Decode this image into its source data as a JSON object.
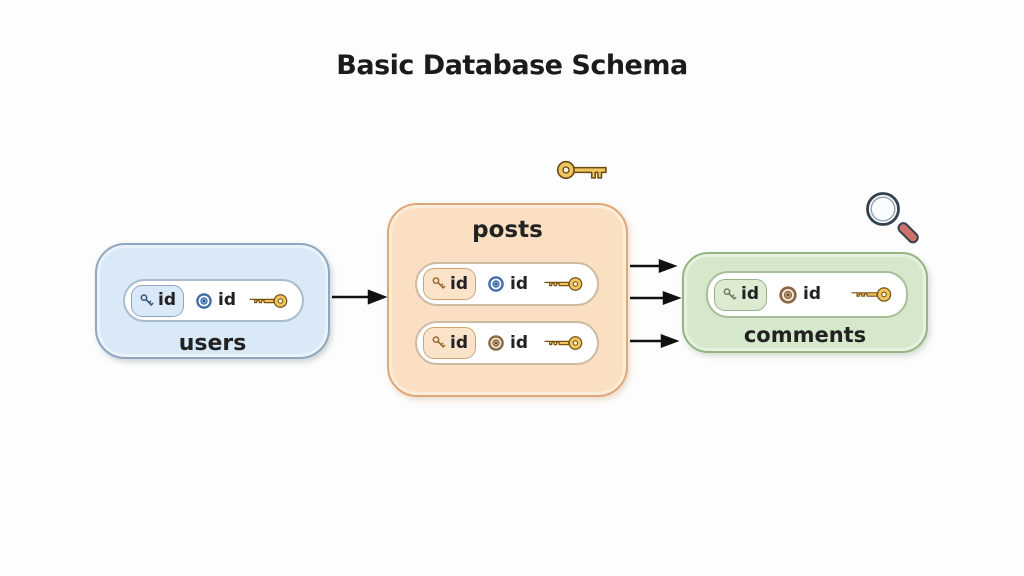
{
  "title": "Basic Database Schema",
  "entities": [
    {
      "label": "users",
      "fill": "#d9e9f7",
      "border": "#8fa8bf",
      "rows": [
        {
          "pk_label": "id",
          "ref_label": "id",
          "ref_icon": "blue-target-icon",
          "key_icon": "gold-key-icon"
        }
      ]
    },
    {
      "label": "posts",
      "fill": "#fbdfc2",
      "border": "#e0a878",
      "rows": [
        {
          "pk_label": "id",
          "ref_label": "id",
          "ref_icon": "blue-target-icon",
          "key_icon": "gold-key-icon"
        },
        {
          "pk_label": "id",
          "ref_label": "id",
          "ref_icon": "brown-target-icon",
          "key_icon": "gold-key-icon"
        }
      ]
    },
    {
      "label": "comments",
      "fill": "#d5e8cb",
      "border": "#95b585",
      "rows": [
        {
          "pk_label": "id",
          "ref_label": "id",
          "ref_icon": "brown-target-icon",
          "key_icon": "gold-key-icon"
        }
      ]
    }
  ],
  "connections": [
    {
      "from": "users",
      "to": "posts",
      "count": 1
    },
    {
      "from": "posts",
      "to": "comments",
      "count": 3
    }
  ],
  "decorations": {
    "key_icon": "gold-key-icon",
    "magnifier_icon": "magnifier-icon"
  },
  "colors": {
    "background": "#fdfdfd",
    "users_fill": "#d9e9f7",
    "users_border": "#8fa8bf",
    "posts_fill": "#fbdfc2",
    "posts_border": "#e0a878",
    "comments_fill": "#d5e8cb",
    "comments_border": "#95b585",
    "gold_key": "#eec65f",
    "blue_target": "#3e6da8",
    "brown_target": "#8a6844",
    "magnifier_handle": "#cf7168",
    "arrow": "#111111"
  }
}
